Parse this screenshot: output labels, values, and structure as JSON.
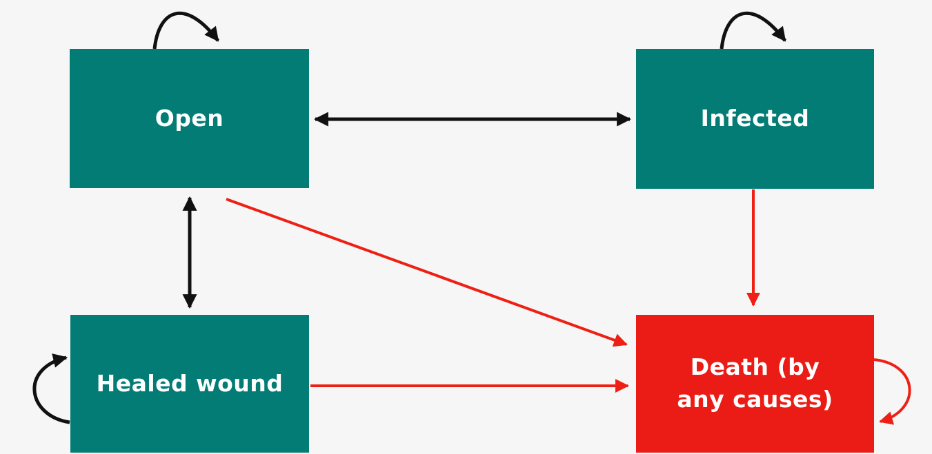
{
  "colors": {
    "background": "#f6f6f6",
    "node-teal": "#027c75",
    "node-red": "#ea1c15",
    "node-text": "#ffffff",
    "arrow-black": "#111111",
    "arrow-red": "#ee2015"
  },
  "diagram": {
    "type": "state-transition-flowchart",
    "nodes": [
      {
        "id": "open",
        "label": "Open",
        "color": "#027c75",
        "text_color": "#ffffff"
      },
      {
        "id": "infected",
        "label": "Infected",
        "color": "#027c75",
        "text_color": "#ffffff"
      },
      {
        "id": "healed",
        "label": "Healed wound",
        "color": "#027c75",
        "text_color": "#ffffff"
      },
      {
        "id": "death",
        "label": "Death (by any causes)",
        "color": "#ea1c15",
        "text_color": "#ffffff"
      }
    ],
    "edges": [
      {
        "from": "open",
        "to": "open",
        "type": "self-loop",
        "color": "#111111"
      },
      {
        "from": "infected",
        "to": "infected",
        "type": "self-loop",
        "color": "#111111"
      },
      {
        "from": "open",
        "to": "infected",
        "type": "bidirectional",
        "color": "#111111"
      },
      {
        "from": "open",
        "to": "healed",
        "type": "bidirectional",
        "color": "#111111"
      },
      {
        "from": "healed",
        "to": "healed",
        "type": "self-loop",
        "color": "#111111"
      },
      {
        "from": "infected",
        "to": "death",
        "type": "directed",
        "color": "#ee2015"
      },
      {
        "from": "open",
        "to": "death",
        "type": "directed",
        "color": "#ee2015"
      },
      {
        "from": "healed",
        "to": "death",
        "type": "directed",
        "color": "#ee2015"
      },
      {
        "from": "death",
        "to": "death",
        "type": "self-loop",
        "color": "#ee2015"
      }
    ]
  }
}
